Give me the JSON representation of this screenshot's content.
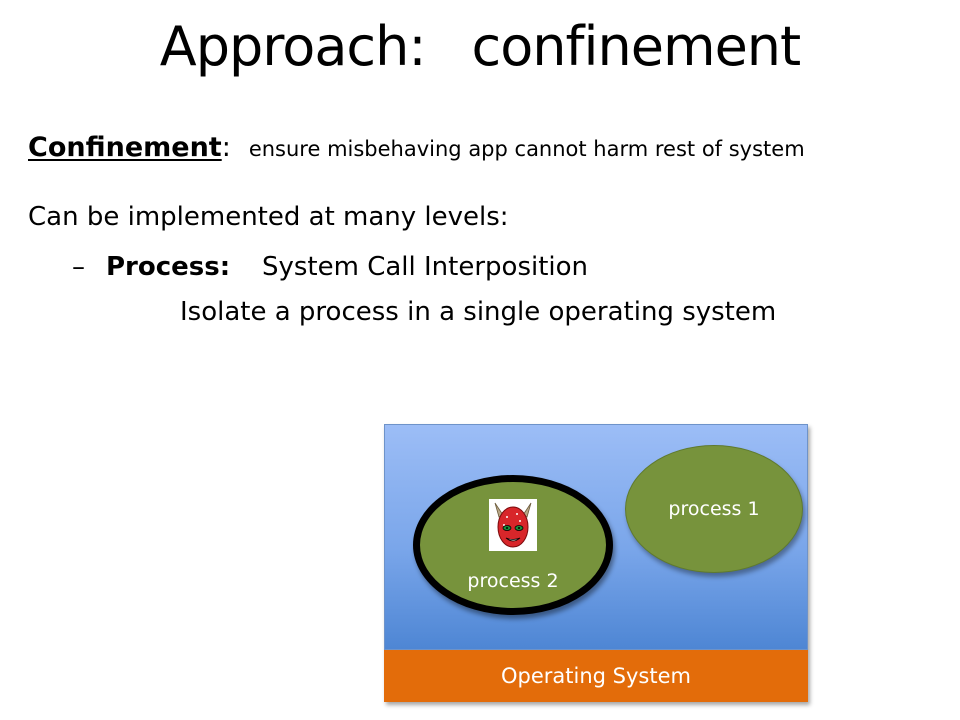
{
  "slide": {
    "title_part1": "Approach:",
    "title_part2": "confinement",
    "definition": {
      "term": "Confinement",
      "colon": ":",
      "text": "ensure misbehaving app cannot harm rest of system"
    },
    "levels_intro": "Can be implemented at many levels:",
    "bullet": {
      "dash": "–",
      "level": "Process:",
      "mechanism": "System Call Interposition",
      "description": "Isolate a process in a single operating system"
    }
  },
  "diagram": {
    "process1_label": "process 1",
    "process2_label": "process 2",
    "os_label": "Operating System",
    "icon": "devil-face-icon",
    "colors": {
      "process_fill": "#77933c",
      "os_fill": "#e36c0a",
      "area_top": "#9cbdf6",
      "area_bottom": "#4e86d4",
      "confinement_ring": "#000000"
    }
  }
}
